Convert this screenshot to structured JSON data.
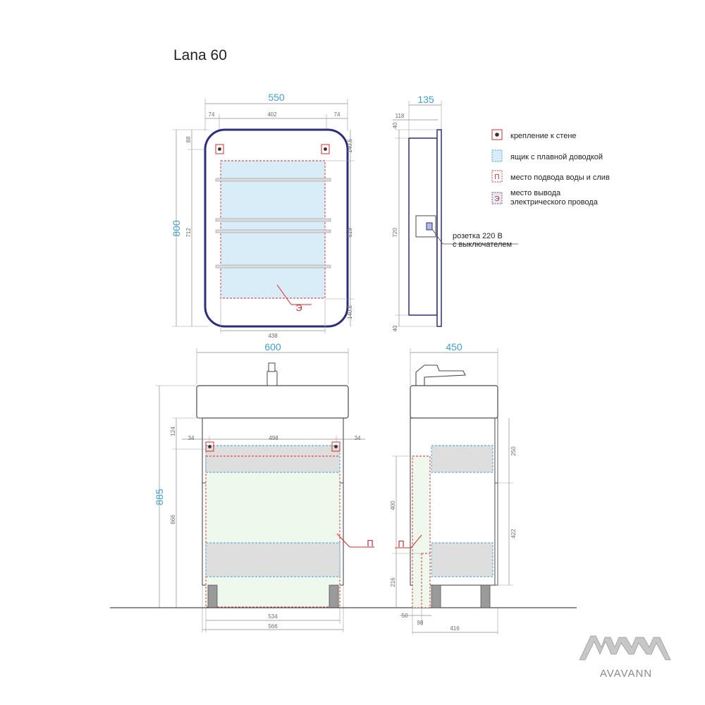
{
  "title": "Lana 60",
  "brand": {
    "wordmark": "AVAVANN"
  },
  "colors": {
    "accent": "#3aa3d6",
    "frame": "#2d2d7e",
    "marker": "#e0242c",
    "drawer": "#d8edf8",
    "cabinet": "#eef8ec",
    "box": "#dedede"
  },
  "legend": [
    {
      "id": "mount",
      "text": "крепление к стене"
    },
    {
      "id": "drawer",
      "text": "ящик с плавной доводкой"
    },
    {
      "id": "water",
      "text": "место подвода воды и слив"
    },
    {
      "id": "wire1",
      "text": "место вывода"
    },
    {
      "id": "wire2",
      "text": "электрического провода"
    }
  ],
  "legend_symbols": {
    "water": "П",
    "wire": "Э"
  },
  "socket_note": {
    "line1": "розетка 220 В",
    "line2": "с выключателем"
  },
  "mirror_front": {
    "width": "550",
    "height": "800",
    "d74l": "74",
    "d402": "402",
    "d74r": "74",
    "d88": "88",
    "d712": "712",
    "d140t": "140,5",
    "d519": "519",
    "d140b": "140,5",
    "d438": "438",
    "wire_mark": "Э"
  },
  "mirror_side": {
    "depth": "135",
    "d118": "118",
    "d40t": "40",
    "d720": "720",
    "d40b": "40"
  },
  "cabinet_front": {
    "width": "600",
    "height": "885",
    "d124": "124",
    "d666": "666",
    "d34l": "34",
    "d498": "498",
    "d34r": "34",
    "d534": "534",
    "d566": "566",
    "water_mark": "П"
  },
  "cabinet_side": {
    "depth": "450",
    "d250": "250",
    "d422": "422",
    "d400": "400",
    "d216": "216",
    "d50": "50",
    "d98": "98",
    "d416": "416",
    "water_mark": "П"
  }
}
